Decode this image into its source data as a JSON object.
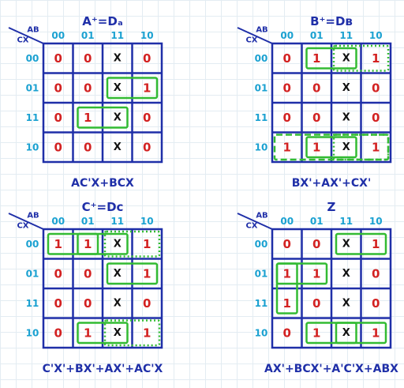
{
  "colors": {
    "grid": "#1f2fa8",
    "zero": "#d32222",
    "one": "#d32222",
    "x": "#111111",
    "header": "#1aa1d1",
    "group": "#33bb33"
  },
  "column_headers": [
    "00",
    "01",
    "11",
    "10"
  ],
  "row_headers": [
    "00",
    "01",
    "11",
    "10"
  ],
  "corner": {
    "top": "AB",
    "left": "CX"
  },
  "maps": [
    {
      "title": "A⁺=Dₐ",
      "cells": [
        [
          "0",
          "0",
          "X",
          "0"
        ],
        [
          "0",
          "0",
          "X",
          "1"
        ],
        [
          "0",
          "1",
          "X",
          "0"
        ],
        [
          "0",
          "0",
          "X",
          "0"
        ]
      ],
      "expression": "AC'X+BCX",
      "groups": [
        {
          "row": 1,
          "col": 2,
          "rows": 1,
          "cols": 2,
          "style": "solid"
        },
        {
          "row": 2,
          "col": 1,
          "rows": 1,
          "cols": 2,
          "style": "solid"
        }
      ]
    },
    {
      "title": "B⁺=Dʙ",
      "cells": [
        [
          "0",
          "1",
          "X",
          "1"
        ],
        [
          "0",
          "0",
          "X",
          "0"
        ],
        [
          "0",
          "0",
          "X",
          "0"
        ],
        [
          "1",
          "1",
          "X",
          "1"
        ]
      ],
      "expression": "BX'+AX'+CX'",
      "groups": [
        {
          "row": 0,
          "col": 1,
          "rows": 1,
          "cols": 2,
          "style": "solid"
        },
        {
          "row": 0,
          "col": 2,
          "rows": 1,
          "cols": 2,
          "style": "dotted"
        },
        {
          "row": 3,
          "col": 0,
          "rows": 1,
          "cols": 4,
          "style": "dashed"
        },
        {
          "row": 3,
          "col": 1,
          "rows": 1,
          "cols": 2,
          "style": "solid"
        },
        {
          "row": 3,
          "col": 2,
          "rows": 1,
          "cols": 2,
          "style": "dotted"
        }
      ]
    },
    {
      "title": "C⁺=Dᴄ",
      "cells": [
        [
          "1",
          "1",
          "X",
          "1"
        ],
        [
          "0",
          "0",
          "X",
          "1"
        ],
        [
          "0",
          "0",
          "X",
          "0"
        ],
        [
          "0",
          "1",
          "X",
          "1"
        ]
      ],
      "expression": "C'X'+BX'+AX'+AC'X",
      "groups": [
        {
          "row": 0,
          "col": 0,
          "rows": 1,
          "cols": 2,
          "style": "solid"
        },
        {
          "row": 0,
          "col": 1,
          "rows": 1,
          "cols": 2,
          "style": "solid"
        },
        {
          "row": 0,
          "col": 2,
          "rows": 1,
          "cols": 2,
          "style": "dotted"
        },
        {
          "row": 1,
          "col": 2,
          "rows": 1,
          "cols": 2,
          "style": "solid"
        },
        {
          "row": 3,
          "col": 1,
          "rows": 1,
          "cols": 2,
          "style": "solid"
        },
        {
          "row": 3,
          "col": 2,
          "rows": 1,
          "cols": 2,
          "style": "dotted"
        }
      ]
    },
    {
      "title": "Z",
      "cells": [
        [
          "0",
          "0",
          "X",
          "1"
        ],
        [
          "1",
          "1",
          "X",
          "0"
        ],
        [
          "1",
          "0",
          "X",
          "0"
        ],
        [
          "0",
          "1",
          "X",
          "1"
        ]
      ],
      "expression": "AX'+BCX'+A'C'X+ABX",
      "groups": [
        {
          "row": 0,
          "col": 2,
          "rows": 1,
          "cols": 2,
          "style": "solid"
        },
        {
          "row": 1,
          "col": 0,
          "rows": 1,
          "cols": 2,
          "style": "solid"
        },
        {
          "row": 1,
          "col": 0,
          "rows": 2,
          "cols": 1,
          "style": "solid"
        },
        {
          "row": 3,
          "col": 1,
          "rows": 1,
          "cols": 2,
          "style": "solid"
        },
        {
          "row": 3,
          "col": 2,
          "rows": 1,
          "cols": 2,
          "style": "solid"
        }
      ]
    }
  ]
}
